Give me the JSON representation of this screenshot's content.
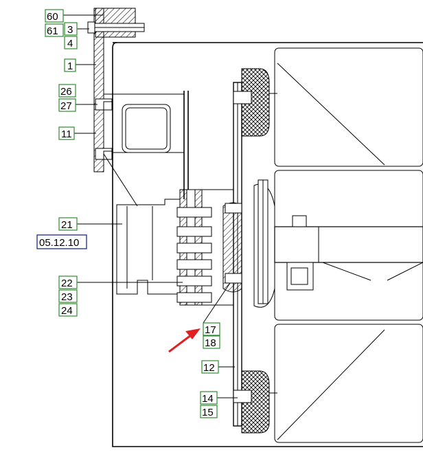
{
  "drawing": {
    "date_ref": "05.12.10",
    "labels": [
      {
        "id": "60",
        "text": "60"
      },
      {
        "id": "61",
        "text": "61"
      },
      {
        "id": "3",
        "text": "3"
      },
      {
        "id": "4",
        "text": "4"
      },
      {
        "id": "1",
        "text": "1"
      },
      {
        "id": "26",
        "text": "26"
      },
      {
        "id": "27",
        "text": "27"
      },
      {
        "id": "11",
        "text": "11"
      },
      {
        "id": "21",
        "text": "21"
      },
      {
        "id": "22",
        "text": "22"
      },
      {
        "id": "23",
        "text": "23"
      },
      {
        "id": "24",
        "text": "24"
      },
      {
        "id": "17",
        "text": "17"
      },
      {
        "id": "18",
        "text": "18"
      },
      {
        "id": "12",
        "text": "12"
      },
      {
        "id": "14",
        "text": "14"
      },
      {
        "id": "15",
        "text": "15"
      }
    ],
    "colors": {
      "label_border": "#2e8b2e",
      "ref_border": "#1a2a8c",
      "arrow": "#e02020",
      "line": "#000000"
    }
  }
}
